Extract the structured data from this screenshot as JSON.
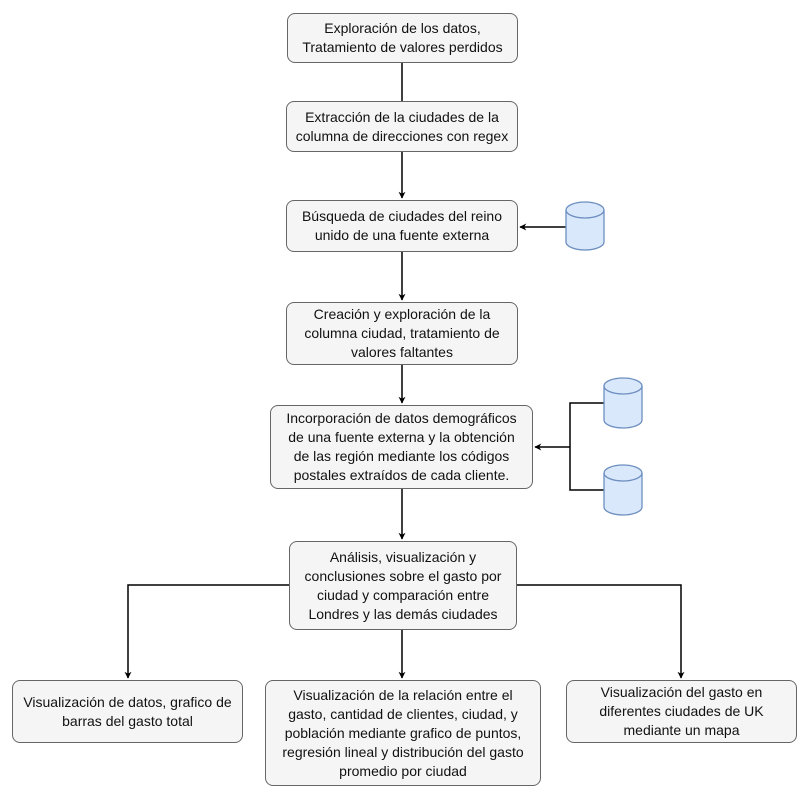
{
  "nodes": {
    "exploracion": [
      "Exploración de los datos,",
      "Tratamiento de valores perdidos"
    ],
    "extraccion": [
      "Extracción de la ciudades de la",
      "columna de direcciones con regex"
    ],
    "busqueda": [
      "Búsqueda de ciudades del reino",
      "unido de una fuente externa"
    ],
    "creacion": [
      "Creación y exploración de la",
      "columna ciudad, tratamiento de",
      "valores faltantes"
    ],
    "incorporacion": [
      "Incorporación de datos demográficos",
      "de una fuente externa y la obtención",
      "de las región mediante los códigos",
      "postales extraídos de cada cliente."
    ],
    "analisis": [
      "Análisis, visualización y",
      "conclusiones sobre el gasto por",
      "ciudad y comparación entre",
      "Londres y las demás ciudades"
    ],
    "viz_barras": [
      "Visualización de datos, grafico de",
      "barras del gasto total"
    ],
    "viz_relacion": [
      "Visualización de la relación entre el",
      "gasto, cantidad de clientes, ciudad, y",
      "población mediante grafico de puntos,",
      "regresión lineal y distribución del gasto",
      "promedio por ciudad"
    ],
    "viz_mapa": [
      "Visualización del gasto en",
      "diferentes ciudades de UK",
      "mediante un mapa"
    ]
  },
  "colors": {
    "node_fill": "#f5f5f5",
    "node_stroke": "#666666",
    "db_fill": "#dae8fc",
    "db_stroke": "#6c8ebf",
    "edge": "#000000"
  }
}
